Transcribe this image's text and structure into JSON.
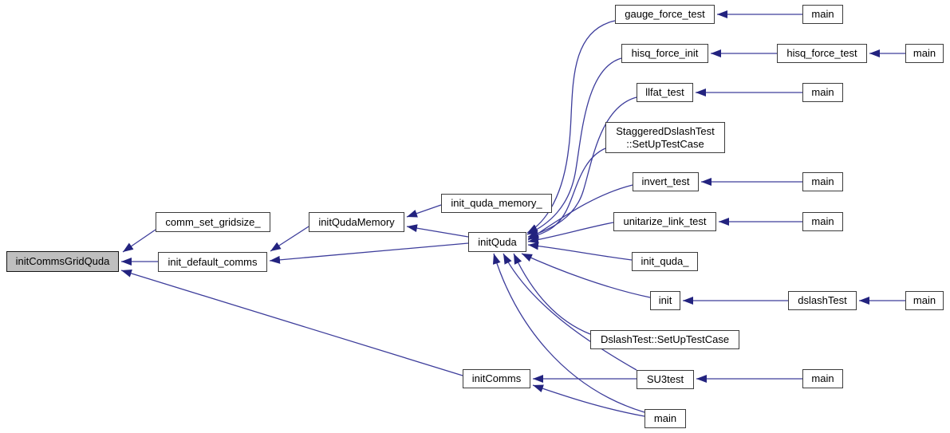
{
  "diagram": {
    "type": "caller-graph",
    "background_color": "#ffffff",
    "edge_color": "#3d3d9b",
    "arrow_color": "#23237f",
    "node_border_color": "#3c3c3c",
    "highlight_fill": "#bfbfbf",
    "highlighted_node": "initCommsGridQuda",
    "nodes": [
      {
        "id": "initCommsGridQuda",
        "label": "initCommsGridQuda",
        "highlighted": true
      },
      {
        "id": "comm_set_gridsize_",
        "label": "comm_set_gridsize_",
        "highlighted": false
      },
      {
        "id": "init_default_comms",
        "label": "init_default_comms",
        "highlighted": false
      },
      {
        "id": "initQudaMemory",
        "label": "initQudaMemory",
        "highlighted": false
      },
      {
        "id": "init_quda_memory_",
        "label": "init_quda_memory_",
        "highlighted": false
      },
      {
        "id": "initQuda",
        "label": "initQuda",
        "highlighted": false
      },
      {
        "id": "gauge_force_test",
        "label": "gauge_force_test",
        "highlighted": false
      },
      {
        "id": "main-1",
        "label": "main",
        "highlighted": false
      },
      {
        "id": "hisq_force_init",
        "label": "hisq_force_init",
        "highlighted": false
      },
      {
        "id": "hisq_force_test",
        "label": "hisq_force_test",
        "highlighted": false
      },
      {
        "id": "main-2",
        "label": "main",
        "highlighted": false
      },
      {
        "id": "llfat_test",
        "label": "llfat_test",
        "highlighted": false
      },
      {
        "id": "main-3",
        "label": "main",
        "highlighted": false
      },
      {
        "id": "StaggeredDslashTest::SetUpTestCase",
        "label": "StaggeredDslashTest\n::SetUpTestCase",
        "highlighted": false
      },
      {
        "id": "invert_test",
        "label": "invert_test",
        "highlighted": false
      },
      {
        "id": "main-4",
        "label": "main",
        "highlighted": false
      },
      {
        "id": "unitarize_link_test",
        "label": "unitarize_link_test",
        "highlighted": false
      },
      {
        "id": "main-5",
        "label": "main",
        "highlighted": false
      },
      {
        "id": "init_quda_",
        "label": "init_quda_",
        "highlighted": false
      },
      {
        "id": "init",
        "label": "init",
        "highlighted": false
      },
      {
        "id": "dslashTest",
        "label": "dslashTest",
        "highlighted": false
      },
      {
        "id": "main-6",
        "label": "main",
        "highlighted": false
      },
      {
        "id": "DslashTest::SetUpTestCase",
        "label": "DslashTest::SetUpTestCase",
        "highlighted": false
      },
      {
        "id": "initComms",
        "label": "initComms",
        "highlighted": false
      },
      {
        "id": "SU3test",
        "label": "SU3test",
        "highlighted": false
      },
      {
        "id": "main-7",
        "label": "main",
        "highlighted": false
      },
      {
        "id": "main-8",
        "label": "main",
        "highlighted": false
      }
    ],
    "edges": [
      {
        "from": "comm_set_gridsize_",
        "to": "initCommsGridQuda"
      },
      {
        "from": "init_default_comms",
        "to": "initCommsGridQuda"
      },
      {
        "from": "initComms",
        "to": "initCommsGridQuda"
      },
      {
        "from": "initQudaMemory",
        "to": "init_default_comms"
      },
      {
        "from": "initQuda",
        "to": "init_default_comms"
      },
      {
        "from": "init_quda_memory_",
        "to": "initQudaMemory"
      },
      {
        "from": "initQuda",
        "to": "initQudaMemory"
      },
      {
        "from": "gauge_force_test",
        "to": "initQuda"
      },
      {
        "from": "hisq_force_init",
        "to": "initQuda"
      },
      {
        "from": "llfat_test",
        "to": "initQuda"
      },
      {
        "from": "StaggeredDslashTest::SetUpTestCase",
        "to": "initQuda"
      },
      {
        "from": "invert_test",
        "to": "initQuda"
      },
      {
        "from": "unitarize_link_test",
        "to": "initQuda"
      },
      {
        "from": "init_quda_",
        "to": "initQuda"
      },
      {
        "from": "init",
        "to": "initQuda"
      },
      {
        "from": "DslashTest::SetUpTestCase",
        "to": "initQuda"
      },
      {
        "from": "SU3test",
        "to": "initQuda"
      },
      {
        "from": "main-8",
        "to": "initQuda"
      },
      {
        "from": "SU3test",
        "to": "initComms"
      },
      {
        "from": "main-8",
        "to": "initComms"
      },
      {
        "from": "main-1",
        "to": "gauge_force_test"
      },
      {
        "from": "hisq_force_test",
        "to": "hisq_force_init"
      },
      {
        "from": "main-2",
        "to": "hisq_force_test"
      },
      {
        "from": "main-3",
        "to": "llfat_test"
      },
      {
        "from": "main-4",
        "to": "invert_test"
      },
      {
        "from": "main-5",
        "to": "unitarize_link_test"
      },
      {
        "from": "dslashTest",
        "to": "init"
      },
      {
        "from": "main-6",
        "to": "dslashTest"
      },
      {
        "from": "main-7",
        "to": "SU3test"
      }
    ]
  }
}
